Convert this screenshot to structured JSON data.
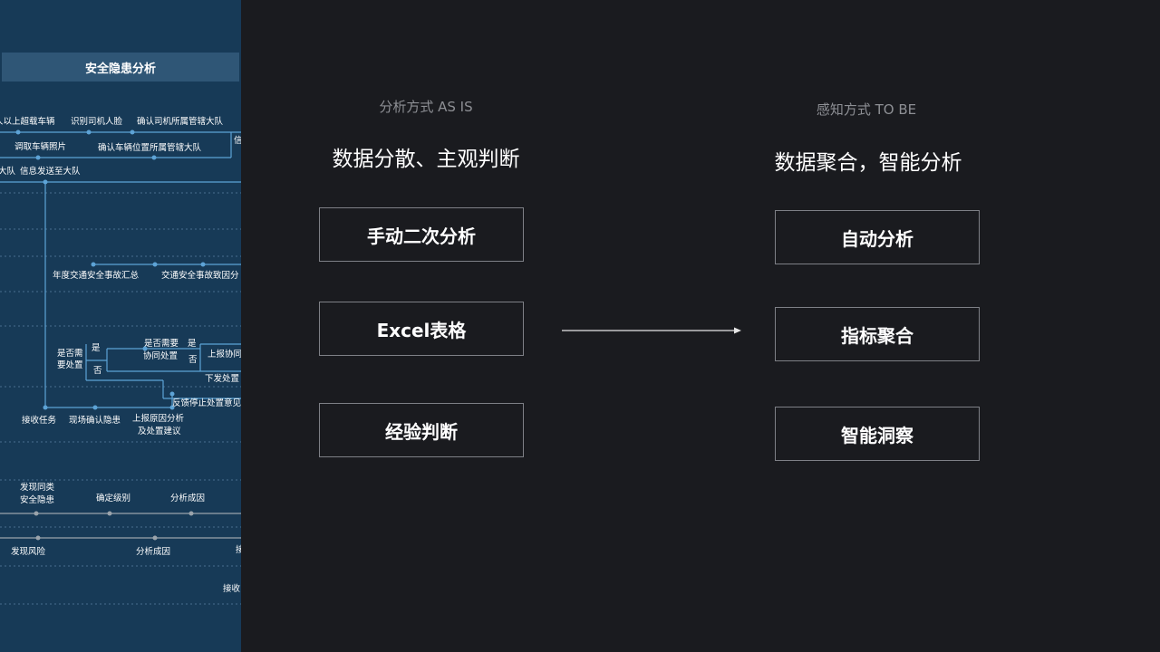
{
  "left_panel": {
    "header": "安全隐患分析",
    "labels": [
      "人以上超载车辆",
      "识别司机人脸",
      "确认司机所属管辖大队",
      "调取车辆照片",
      "确认车辆位置所属管辖大队",
      "信",
      "大队",
      "信息发送至大队",
      "年度交通安全事故汇总",
      "交通安全事故致因分",
      "是否需",
      "要处置",
      "是",
      "否",
      "是否需要",
      "协同处置",
      "是",
      "否",
      "上报协同",
      "下发处置",
      "反馈停止处置意见",
      "接收任务",
      "现场确认隐患",
      "上报原因分析",
      "及处置建议",
      "发现同类",
      "安全隐患",
      "确定级别",
      "分析成因",
      "发现风险",
      "分析成因",
      "接",
      "接收"
    ]
  },
  "as_is": {
    "subtitle": "分析方式 AS IS",
    "title": "数据分散、主观判断",
    "items": [
      "手动二次分析",
      "Excel表格",
      "经验判断"
    ]
  },
  "to_be": {
    "subtitle": "感知方式 TO BE",
    "title": "数据聚合，智能分析",
    "items": [
      "自动分析",
      "指标聚合",
      "智能洞察"
    ]
  },
  "colors": {
    "background": "#1a1b1f",
    "panel": "#173a57",
    "panel_header": "#2f5676",
    "flow_line": "#5da3d6",
    "box_border": "#7e8086"
  }
}
